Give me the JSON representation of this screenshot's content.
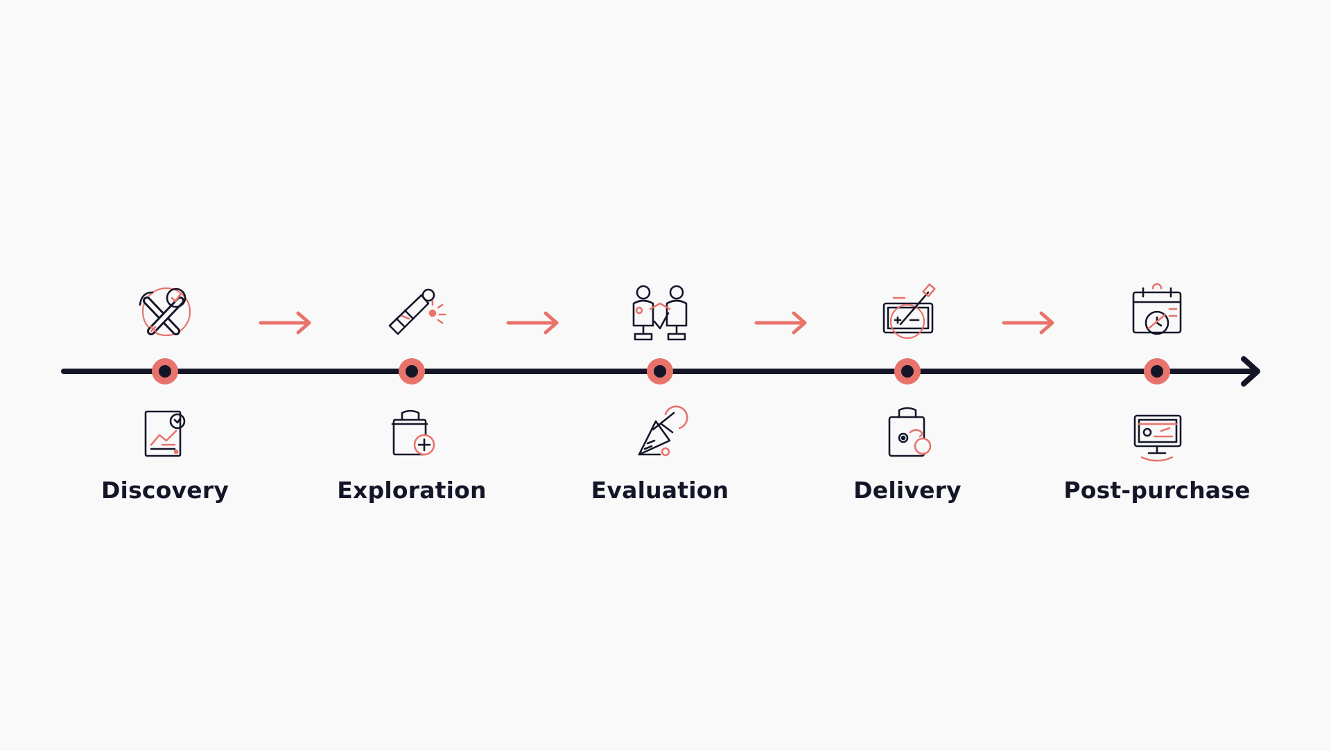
{
  "colors": {
    "background": "#f9f9fa",
    "timeline": "#141628",
    "accent": "#e8736b",
    "text": "#141628"
  },
  "stages": [
    {
      "label": "Discovery",
      "icon_top": "tools-icon",
      "icon_bottom": "report-chart-icon"
    },
    {
      "label": "Exploration",
      "icon_top": "telescope-icon",
      "icon_bottom": "add-to-bag-icon"
    },
    {
      "label": "Evaluation",
      "icon_top": "comparison-icon",
      "icon_bottom": "pointer-check-icon"
    },
    {
      "label": "Delivery",
      "icon_top": "package-ship-icon",
      "icon_bottom": "shopping-bag-icon"
    },
    {
      "label": "Post-purchase",
      "icon_top": "calendar-timer-icon",
      "icon_bottom": "monitor-feedback-icon"
    }
  ]
}
